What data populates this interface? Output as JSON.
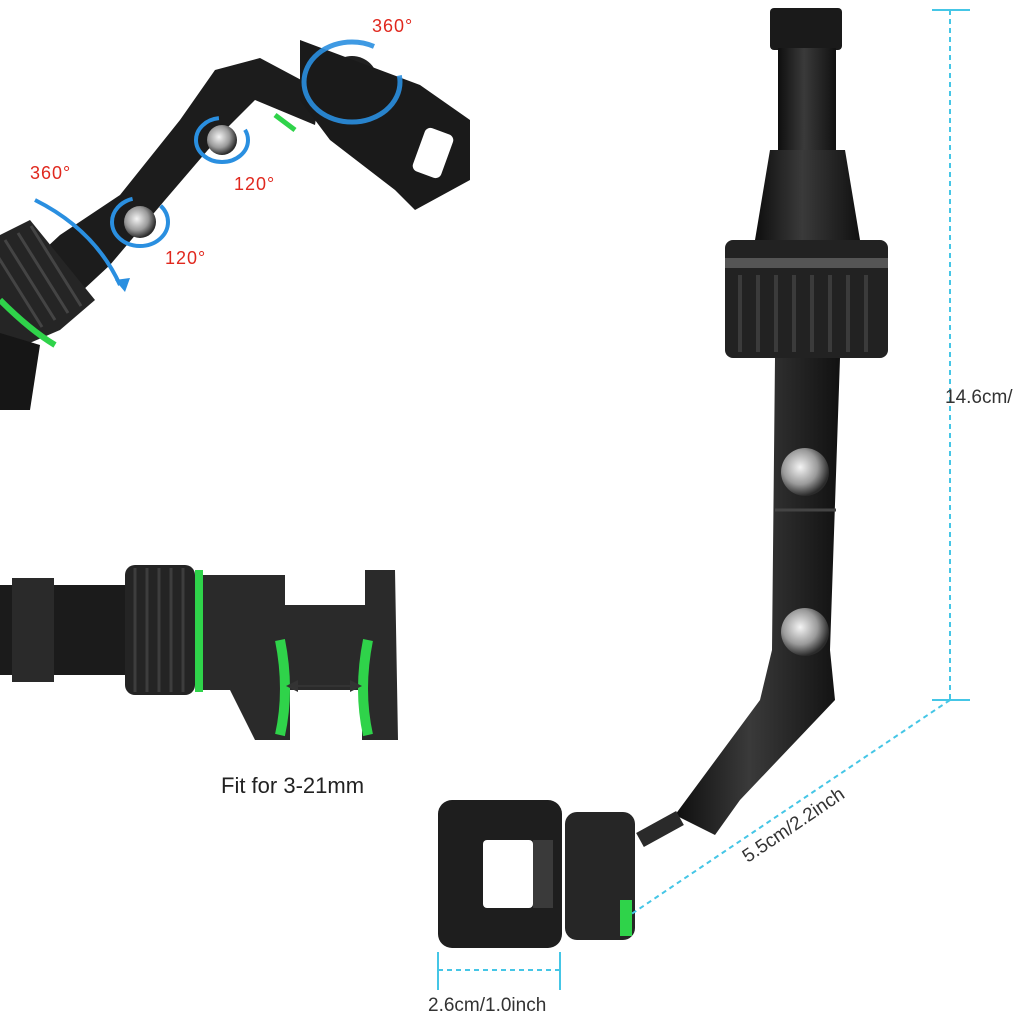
{
  "colors": {
    "accent_green": "#2fd34a",
    "dim_blue": "#45c6e6",
    "label_red": "#e0281e",
    "body_black": "#1f1f1f"
  },
  "rotation_labels": {
    "top_360": "360°",
    "left_360": "360°",
    "upper_120": "120°",
    "lower_120": "120°"
  },
  "clip_caption": "Fit for 3-21mm",
  "dimensions": {
    "height": "14.6cm/",
    "arm": "5.5cm/2.2inch",
    "clip_width": "2.6cm/1.0inch"
  }
}
